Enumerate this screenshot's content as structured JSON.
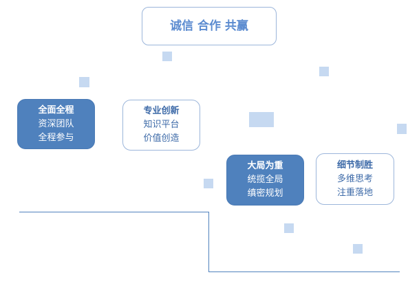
{
  "title": "诚信 合作 共赢",
  "cards": [
    {
      "heading": "全面全程",
      "lines": [
        "资深团队",
        "全程参与"
      ]
    },
    {
      "heading": "专业创新",
      "lines": [
        "知识平台",
        "价值创造"
      ]
    },
    {
      "heading": "大局为重",
      "lines": [
        "统揽全局",
        "缜密规划"
      ]
    },
    {
      "heading": "细节制胜",
      "lines": [
        "多维思考",
        "注重落地"
      ]
    }
  ],
  "colors": {
    "accent": "#4f81bd",
    "square": "#c6d9f1",
    "outline": "#9bb5da"
  }
}
